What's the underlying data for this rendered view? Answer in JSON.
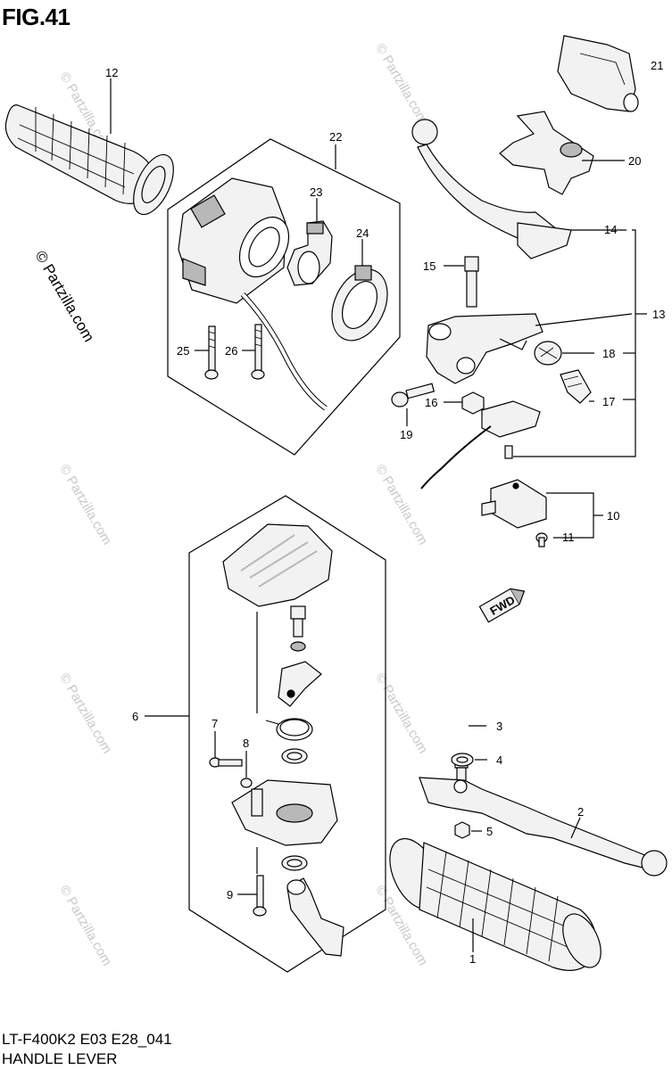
{
  "figure": {
    "title": "FIG.41",
    "model_code": "LT-F400K2 E03 E28_041",
    "name": "HANDLE LEVER",
    "watermark": "© Partzilla.com",
    "side_copyright": "© Partzilla.com"
  },
  "callouts": {
    "c1": "1",
    "c2": "2",
    "c3": "3",
    "c4": "4",
    "c5": "5",
    "c6": "6",
    "c7": "7",
    "c8": "8",
    "c9": "9",
    "c10": "10",
    "c11": "11",
    "c12": "12",
    "c13": "13",
    "c14": "14",
    "c15": "15",
    "c16": "16",
    "c17": "17",
    "c18": "18",
    "c19": "19",
    "c20": "20",
    "c21": "21",
    "c22": "22",
    "c23": "23",
    "c24": "24",
    "c25": "25",
    "c26": "26"
  },
  "fwd_badge": "FWD",
  "colors": {
    "line": "#000000",
    "part_fill": "#f2f2f2",
    "shade": "#b8b8b8",
    "watermark": "#c9c9c9"
  }
}
